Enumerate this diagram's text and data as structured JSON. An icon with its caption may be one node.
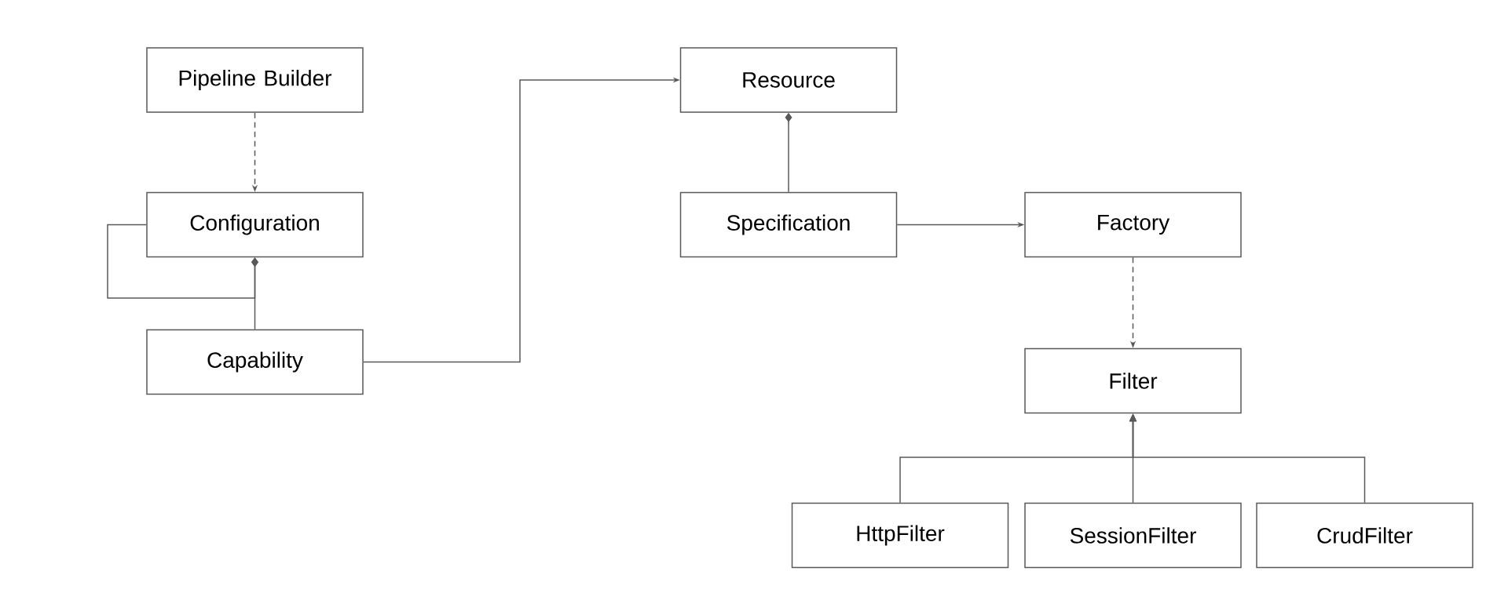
{
  "diagram": {
    "nodes": [
      {
        "text": [
          "Pipeline Builder"
        ]
      },
      {
        "text": [
          "Configuration"
        ]
      },
      {
        "text": [
          "Capability"
        ]
      },
      {
        "text": [
          "Resource"
        ]
      },
      {
        "text": [
          "Specification"
        ]
      },
      {
        "text": [
          "Factory"
        ]
      },
      {
        "text": [
          "Filter"
        ]
      },
      {
        "text": [
          "HttpFilter"
        ]
      },
      {
        "text": [
          "SessionFilter"
        ]
      },
      {
        "text": [
          "CrudFilter"
        ]
      }
    ],
    "edges": [
      {
        "from": 0,
        "to": 1,
        "arrow": "to",
        "style": "dashed"
      },
      {
        "from": 2,
        "to": 1,
        "arrow": "other"
      },
      {
        "from": 1,
        "to": 1,
        "arrow": "other"
      },
      {
        "from": 2,
        "to": 3,
        "arrow": "to"
      },
      {
        "from": 4,
        "to": 3,
        "arrow": "other"
      },
      {
        "from": 4,
        "to": 5,
        "arrow": "to"
      },
      {
        "from": 5,
        "to": 6,
        "arrow": "to",
        "style": "dashed"
      },
      {
        "from": 7,
        "to": 6,
        "arrow": "to"
      },
      {
        "from": 8,
        "to": 6,
        "arrow": "to"
      },
      {
        "from": 9,
        "to": 6,
        "arrow": "to"
      }
    ]
  }
}
